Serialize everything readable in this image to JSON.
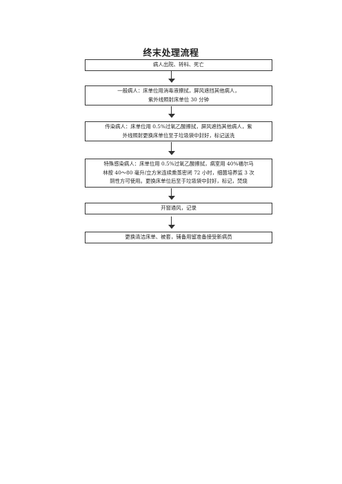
{
  "title": "终末处理流程",
  "steps": [
    {
      "lines": [
        "病人出院、转科、死亡"
      ]
    },
    {
      "lines": [
        "一般病人：床单位用消毒液擦拭，屏风遮挡其他病人，",
        "紫外线照射床单位 30 分钟"
      ]
    },
    {
      "lines": [
        "传染病人：床单位用 0.5%过氧乙酸擦拭，屏风遮挡其他病人，紫",
        "外线照射更换床单位至于垃圾袋中封好，标记送洗"
      ]
    },
    {
      "lines": [
        "特殊感染病人：床单位用 0.5%过氧乙酸擦拭，病室用 40%福尔马",
        "林按 40～80 毫升/立方米连续熏蒸密闭 72 小时，细菌培养监 3 次",
        "阴性方可使用。更换床单位后至于垃圾袋中封好，标记，焚烧"
      ]
    },
    {
      "lines": [
        "开窗通风，记录"
      ]
    },
    {
      "lines": [
        "更换清洁床单、被套，铺备用留准备接受新病员"
      ]
    }
  ]
}
